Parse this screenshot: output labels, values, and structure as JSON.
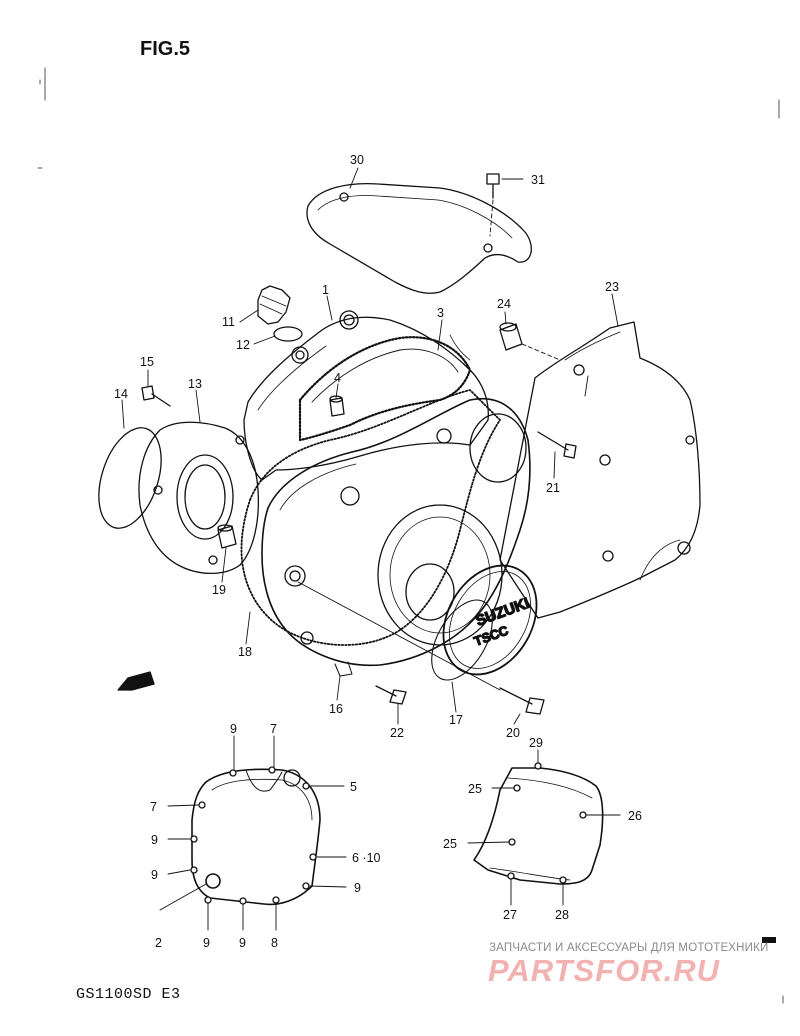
{
  "figure": {
    "title": "FIG.5",
    "model": "GS1100SD  E3",
    "fwd_label": "FWD",
    "logo_brand": "SUZUKI",
    "logo_model": "TSCC"
  },
  "watermark": {
    "subtitle": "ЗАПЧАСТИ И АКСЕССУАРЫ ДЛЯ МОТОТЕХНИКИ",
    "brand": "PARTSFOR.RU"
  },
  "callouts": [
    {
      "id": "c30",
      "label": "30"
    },
    {
      "id": "c31",
      "label": "31"
    },
    {
      "id": "c1",
      "label": "1"
    },
    {
      "id": "c11",
      "label": "11"
    },
    {
      "id": "c12",
      "label": "12"
    },
    {
      "id": "c3",
      "label": "3"
    },
    {
      "id": "c24",
      "label": "24"
    },
    {
      "id": "c23",
      "label": "23"
    },
    {
      "id": "c15",
      "label": "15"
    },
    {
      "id": "c4",
      "label": "4"
    },
    {
      "id": "c14",
      "label": "14"
    },
    {
      "id": "c13",
      "label": "13"
    },
    {
      "id": "c21",
      "label": "21"
    },
    {
      "id": "c19",
      "label": "19"
    },
    {
      "id": "c18",
      "label": "18"
    },
    {
      "id": "c16",
      "label": "16"
    },
    {
      "id": "c22",
      "label": "22"
    },
    {
      "id": "c17",
      "label": "17"
    },
    {
      "id": "c20",
      "label": "20"
    },
    {
      "id": "d9a",
      "label": "9"
    },
    {
      "id": "d7a",
      "label": "7"
    },
    {
      "id": "d5",
      "label": "5"
    },
    {
      "id": "d7b",
      "label": "7"
    },
    {
      "id": "d9b",
      "label": "9"
    },
    {
      "id": "d610",
      "label": "6 ·10"
    },
    {
      "id": "d9c",
      "label": "9"
    },
    {
      "id": "d9d",
      "label": "9"
    },
    {
      "id": "d2",
      "label": "2"
    },
    {
      "id": "d9e",
      "label": "9"
    },
    {
      "id": "d9f",
      "label": "9"
    },
    {
      "id": "d8",
      "label": "8"
    },
    {
      "id": "e29",
      "label": "29"
    },
    {
      "id": "e25a",
      "label": "25"
    },
    {
      "id": "e26",
      "label": "26"
    },
    {
      "id": "e25b",
      "label": "25"
    },
    {
      "id": "e27",
      "label": "27"
    },
    {
      "id": "e28",
      "label": "28"
    }
  ]
}
